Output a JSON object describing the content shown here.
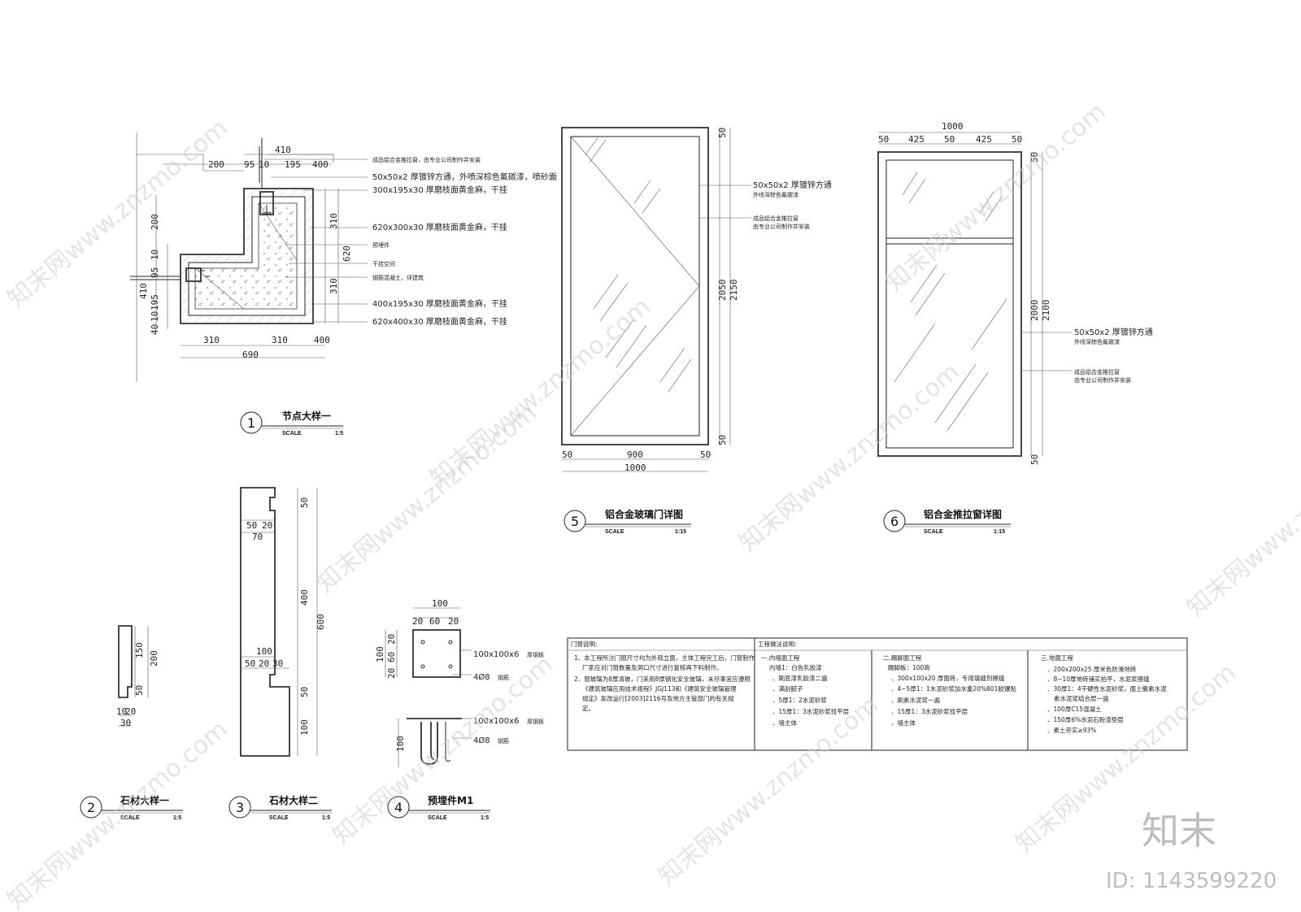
{
  "watermark": {
    "text": "知末网www.znzmo.com",
    "brand": "知末",
    "id_label": "ID: 1143599220"
  },
  "details": [
    {
      "no": "1",
      "title": "节点大样一",
      "scale_label": "SCALE",
      "scale": "1:5"
    },
    {
      "no": "2",
      "title": "石材大样一",
      "scale_label": "SCALE",
      "scale": "1:5"
    },
    {
      "no": "3",
      "title": "石材大样二",
      "scale_label": "SCALE",
      "scale": "1:5"
    },
    {
      "no": "4",
      "title": "预埋件M1",
      "scale_label": "SCALE",
      "scale": "1:5"
    },
    {
      "no": "5",
      "title": "铝合金玻璃门详图",
      "scale_label": "SCALE",
      "scale": "1:15"
    },
    {
      "no": "6",
      "title": "铝合金推拉窗详图",
      "scale_label": "SCALE",
      "scale": "1:15"
    }
  ],
  "detail1": {
    "notes": [
      "成品铝合金推拉窗，由专业公司制作并安装",
      "50x50x2 厚镀锌方通，外喷深棕色氟碳漆，喷砂面",
      "300x195x30 厚磨枝面黄金麻，干挂",
      "620x300x30 厚磨枝面黄金麻，干挂",
      "预埋件",
      "干挂空间",
      "钢筋混凝土，详建筑",
      "400x195x30 厚磨枝面黄金麻，干挂",
      "620x400x30 厚磨枝面黄金麻，干挂"
    ],
    "dims_top": [
      "410",
      "200",
      "95",
      "10",
      "195",
      "400"
    ],
    "dims_left": [
      "200",
      "10",
      "95",
      "410",
      "195",
      "10",
      "40"
    ],
    "dims_right": [
      "310",
      "620",
      "310"
    ],
    "dims_bottom": [
      "310",
      "310",
      "400",
      "690"
    ]
  },
  "detail2": {
    "dims": [
      "150",
      "200",
      "50",
      "10",
      "20",
      "30"
    ]
  },
  "detail3": {
    "dims": [
      "50",
      "20",
      "70",
      "400",
      "600",
      "100",
      "50",
      "20",
      "30",
      "50",
      "100",
      "50"
    ]
  },
  "detail4": {
    "dims_top": [
      "20",
      "60",
      "20",
      "100"
    ],
    "dims_left": [
      "100",
      "20",
      "60",
      "20",
      "100"
    ],
    "notes": [
      "100x100x6",
      "厚钢板",
      "4Ø8",
      "钢筋",
      "100x100x6",
      "厚钢板",
      "4Ø8",
      "钢筋"
    ]
  },
  "detail5": {
    "notes": [
      "50x50x2 厚镀锌方通",
      "外喷深棕色氟碳漆",
      "成品铝合金推拉窗",
      "由专业公司制作并安装"
    ],
    "dims": [
      "50",
      "2050",
      "2150",
      "50",
      "50",
      "900",
      "50",
      "1000"
    ]
  },
  "detail6": {
    "notes": [
      "50x50x2 厚镀锌方通",
      "外喷深棕色氟碳漆",
      "成品铝合金推拉窗",
      "由专业公司制作并安装"
    ],
    "dims": [
      "1000",
      "50",
      "425",
      "50",
      "425",
      "50",
      "50",
      "2000",
      "2100",
      "50"
    ]
  },
  "spec_table": {
    "col1": {
      "header": "门窗说明:",
      "lines": [
        "1、本工程所注门窗尺寸均为外观立面，主体工程完工后，门窗制作",
        "厂家应对门窗数量及洞口尺寸进行复核再下料制作。",
        "2、窗玻璃为8厚清玻，门采用8厚钢化安全玻璃，未尽事宜应遵照",
        "《建筑玻璃应用技术规程》JGJ113和《建筑安全玻璃管理",
        "规定》发改运行[2003]2116号及地方主管部门的有关规",
        "定。"
      ]
    },
    "col2": {
      "header": "工程做法说明:",
      "sub": "一.内墙面工程",
      "lines": [
        "内墙1：白色乳胶漆",
        "、刷底漆乳胶漆二遍",
        "、满刮腻子",
        "、5厚1：2水泥砂浆",
        "、15厚1：3水泥砂浆找平层",
        "、墙主体"
      ]
    },
    "col3": {
      "sub": "二.踢脚面工程",
      "lines": [
        "踢脚板：100高",
        "、300x100x20 厚面砖，专用填缝剂擦缝",
        "、4~5厚1：1水泥砂浆加水重20%801胶镶贴",
        "、刷素水泥浆一遍",
        "、15厚1：3水泥砂浆找平层",
        "、墙主体"
      ]
    },
    "col4": {
      "sub": "三.地面工程",
      "lines": [
        "、200x200x25 厚米色防滑地砖",
        "、8~10厚地砖铺实拍平，水泥浆擦缝",
        "、30厚1：4干硬性水泥砂浆，面上撒素水泥",
        "素水泥浆结合层一遍",
        "、100厚C15混凝土",
        "、150厚6%水泥石粉渣垫层",
        "、素土夯实≥93%"
      ]
    }
  }
}
